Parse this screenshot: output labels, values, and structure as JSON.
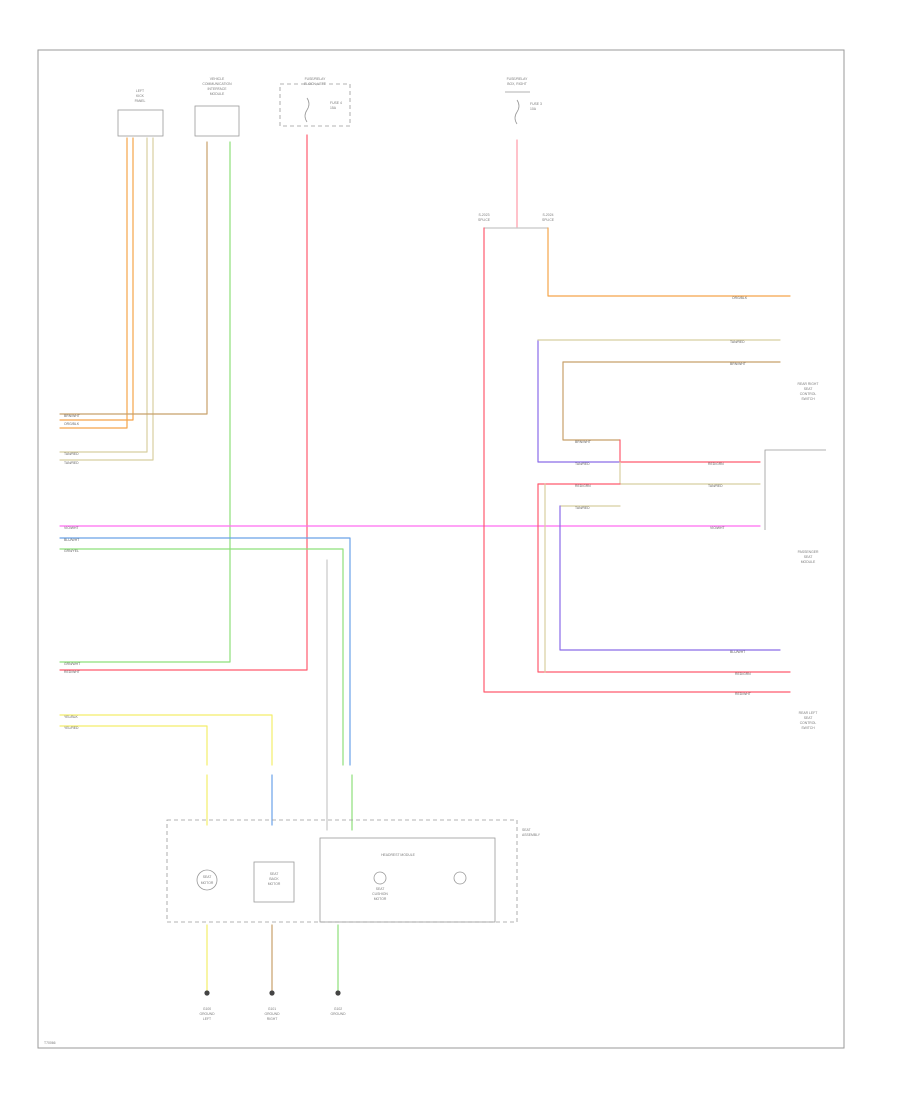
{
  "colors": {
    "orange": "#f5a54a",
    "brown": "#c8a06a",
    "tan": "#d8cfa0",
    "green": "#8ee07a",
    "red": "#ff5a6e",
    "violet": "#ff6cf0",
    "blue": "#6aa2e8",
    "white": "#c8c8c8",
    "yellow": "#f4ee6a",
    "purple": "#8a6ce8",
    "pink": "#ff9aa8"
  },
  "footer": {
    "code": "T70066"
  },
  "components": {
    "left_top_1": [
      "LEFT",
      "KICK",
      "PANEL"
    ],
    "left_top_2": [
      "VEHICLE",
      "COMMUNICATION",
      "INTERFACE",
      "MODULE"
    ],
    "left_top_3": [
      "FUSE/RELAY",
      "BLOCK, LEFT",
      "FUSE 4",
      "15A"
    ],
    "right_top": [
      "FUSE/RELAY",
      "BOX, RIGHT",
      "FUSE 3",
      "10A"
    ],
    "splice_1": [
      "S-2023",
      "SPLICE"
    ],
    "splice_2": [
      "S-2024",
      "SPLICE"
    ],
    "rear_right": [
      "REAR RIGHT",
      "SEAT",
      "CONTROL",
      "SWITCH"
    ],
    "passenger": [
      "PASSENGER",
      "SEAT",
      "MODULE"
    ],
    "rear_left": [
      "REAR LEFT",
      "SEAT",
      "CONTROL",
      "SWITCH"
    ],
    "seat_assembly": [
      "SEAT",
      "ASSEMBLY"
    ],
    "headrest_module": [
      "HEADREST MODULE"
    ],
    "motor_1": [
      "SEAT",
      "MOTOR"
    ],
    "motor_2": [
      "SEAT",
      "BACK",
      "MOTOR"
    ],
    "motor_3": [
      "SEAT",
      "CUSHION",
      "MOTOR"
    ],
    "ground_1": [
      "G100",
      "GROUND",
      "LEFT"
    ],
    "ground_2": [
      "G101",
      "GROUND",
      "RIGHT"
    ],
    "ground_3": [
      "G102",
      "GROUND"
    ]
  },
  "wire_labels": {
    "org_blk": "ORG/BLK",
    "red_wht": "RED/WHT",
    "grn_blk": "GRN/BLK",
    "brn_wht": "BRN/WHT",
    "vio_wht": "VIO/WHT",
    "blu_wht": "BLU/WHT",
    "grn_yel": "GRN/YEL",
    "grn_wht": "GRN/WHT",
    "red_grn": "RED/GRN",
    "yel_blk": "YEL/BLK",
    "yel_red": "YEL/RED",
    "tan_red": "TAN/RED"
  }
}
